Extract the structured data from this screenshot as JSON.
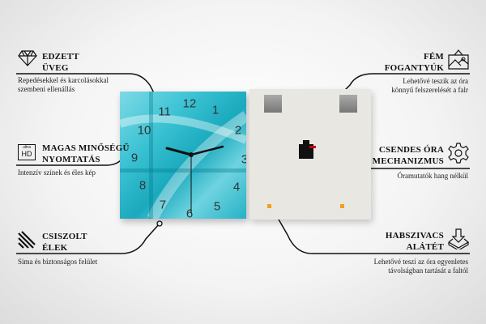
{
  "features": {
    "tempered_glass": {
      "title_line1": "EDZETT",
      "title_line2": "ÜVEG",
      "desc_line1": "Repedésekkel és karcolásokkal",
      "desc_line2": "szembeni ellenállás",
      "icon": "diamond-icon"
    },
    "print": {
      "title_line1": "MAGAS MINŐSÉGŰ",
      "title_line2": "NYOMTATÁS",
      "desc_line1": "Intenzív színek és éles kép",
      "icon": "ultra-hd-icon",
      "icon_text_top": "ultra",
      "icon_text_main": "HD"
    },
    "edges": {
      "title_line1": "CSISZOLT",
      "title_line2": "ÉLEK",
      "desc_line1": "Sima és biztonságos felület",
      "icon": "polished-edges-icon"
    },
    "hangers": {
      "title_line1": "FÉM",
      "title_line2": "FOGANTYÚK",
      "desc_line1": "Lehetővé teszik az óra",
      "desc_line2": "könnyű felszerelését a falr",
      "icon": "picture-hanger-icon"
    },
    "mechanism": {
      "title_line1": "CSENDES ÓRA",
      "title_line2": "MECHANIZMUS",
      "desc_line1": "Óramutatók hang nélkül",
      "icon": "gear-icon"
    },
    "foam": {
      "title_line1": "HABSZIVACS",
      "title_line2": "ALÁTÉT",
      "desc_line1": "Lehetővé teszi az óra egyenletes",
      "desc_line2": "távolságban tartását a faltól",
      "icon": "foam-pad-icon"
    }
  },
  "clock": {
    "numbers": [
      "12",
      "1",
      "2",
      "3",
      "4",
      "5",
      "6",
      "7",
      "8",
      "9",
      "10",
      "11"
    ],
    "face_color": "#2bb8cb",
    "accent": "#f0a020"
  }
}
